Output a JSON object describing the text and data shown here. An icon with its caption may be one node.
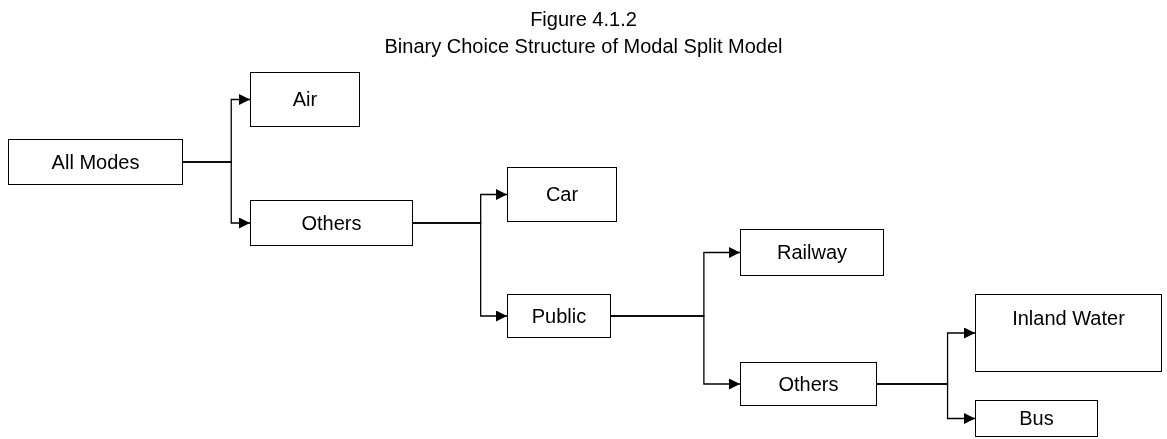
{
  "diagram": {
    "title": "Figure 4.1.2",
    "caption": "Binary Choice Structure of Modal Split Model",
    "nodes": [
      {
        "text": [
          "All Modes"
        ]
      },
      {
        "text": [
          "Air"
        ]
      },
      {
        "text": [
          "Others"
        ]
      },
      {
        "text": [
          "Car"
        ]
      },
      {
        "text": [
          "Public"
        ]
      },
      {
        "text": [
          "Railway"
        ]
      },
      {
        "text": [
          "Others"
        ]
      },
      {
        "text": [
          "Inland Water"
        ]
      },
      {
        "text": [
          "Bus"
        ]
      }
    ],
    "edges": [
      {
        "from": 0,
        "to": 1,
        "arrow": "to"
      },
      {
        "from": 0,
        "to": 2,
        "arrow": "to"
      },
      {
        "from": 2,
        "to": 3,
        "arrow": "to"
      },
      {
        "from": 2,
        "to": 4,
        "arrow": "to"
      },
      {
        "from": 4,
        "to": 5,
        "arrow": "to"
      },
      {
        "from": 4,
        "to": 6,
        "arrow": "to"
      },
      {
        "from": 6,
        "to": 7,
        "arrow": "to"
      },
      {
        "from": 6,
        "to": 8,
        "arrow": "to"
      }
    ]
  }
}
